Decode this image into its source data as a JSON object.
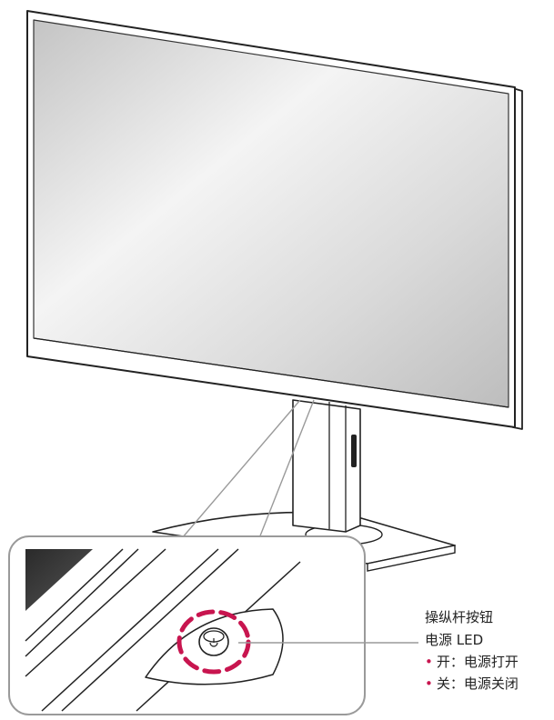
{
  "callout": {
    "title": "操纵杆按钮",
    "led_label": "电源 LED",
    "states": [
      {
        "text": "开：电源打开"
      },
      {
        "text": "关：电源关闭"
      }
    ]
  },
  "colors": {
    "highlight": "#c8154f",
    "outline": "#222222",
    "screen_light": "#f2f2f2",
    "screen_dark": "#b9b9b9"
  },
  "icons": [
    "power-icon"
  ]
}
